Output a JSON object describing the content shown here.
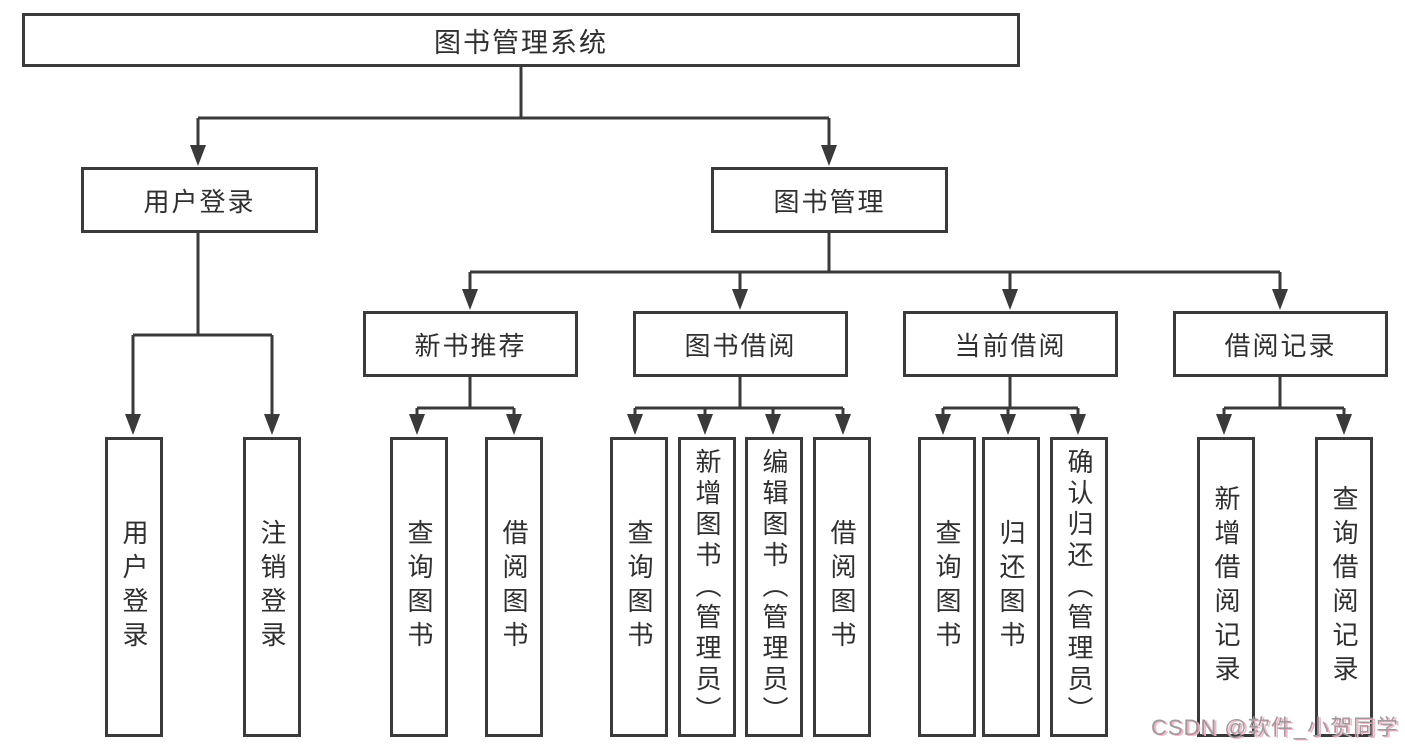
{
  "colors": {
    "background": "#ffffff",
    "line": "#3a3a3a",
    "box_border": "#3a3a3a",
    "text": "#2f2f2f",
    "watermark_text": "#9c9c9c",
    "watermark_shadow": "#f8b0c4"
  },
  "tree": {
    "label": "图书管理系统",
    "children": [
      {
        "label": "用户登录",
        "children": [
          {
            "label": "用户登录"
          },
          {
            "label": "注销登录"
          }
        ]
      },
      {
        "label": "图书管理",
        "children": [
          {
            "label": "新书推荐",
            "children": [
              {
                "label": "查询图书"
              },
              {
                "label": "借阅图书"
              }
            ]
          },
          {
            "label": "图书借阅",
            "children": [
              {
                "label": "查询图书"
              },
              {
                "label": "新增图书（管理员）"
              },
              {
                "label": "编辑图书（管理员）"
              },
              {
                "label": "借阅图书"
              }
            ]
          },
          {
            "label": "当前借阅",
            "children": [
              {
                "label": "查询图书"
              },
              {
                "label": "归还图书"
              },
              {
                "label": "确认归还（管理员）"
              }
            ]
          },
          {
            "label": "借阅记录",
            "children": [
              {
                "label": "新增借阅记录"
              },
              {
                "label": "查询借阅记录"
              }
            ]
          }
        ]
      }
    ]
  },
  "watermark": {
    "text": "CSDN @软件_小贺同学"
  }
}
